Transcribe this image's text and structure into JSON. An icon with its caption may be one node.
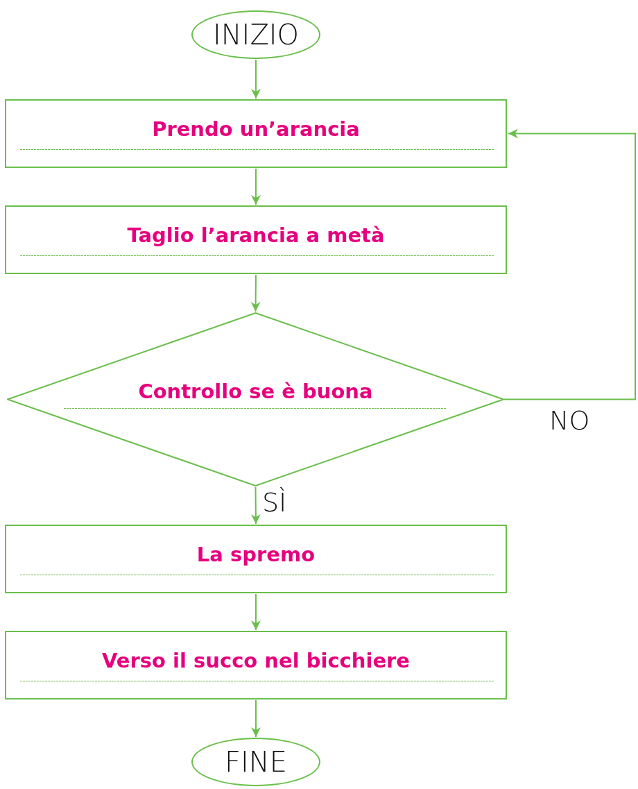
{
  "diagram": {
    "nodes": [
      {
        "text": [
          "INIZIO"
        ]
      },
      {
        "text": [
          "Prendo un’arancia"
        ]
      },
      {
        "text": [
          "Taglio l’arancia a metà"
        ]
      },
      {
        "text": [
          "Controllo se è buona"
        ]
      },
      {
        "text": [
          "La spremo"
        ]
      },
      {
        "text": [
          "Verso il succo nel bicchiere"
        ]
      },
      {
        "text": [
          "FINE"
        ]
      }
    ],
    "edges": [
      {
        "from": 0,
        "to": 1,
        "arrow": "to"
      },
      {
        "from": 1,
        "to": 2,
        "arrow": "to"
      },
      {
        "from": 2,
        "to": 3,
        "arrow": "to"
      },
      {
        "from": 3,
        "to": 4,
        "arrow": "to",
        "label": "SÌ"
      },
      {
        "from": 4,
        "to": 5,
        "arrow": "to"
      },
      {
        "from": 5,
        "to": 6,
        "arrow": "to"
      },
      {
        "from": 3,
        "to": 1,
        "arrow": "to",
        "label": "NO"
      }
    ]
  }
}
